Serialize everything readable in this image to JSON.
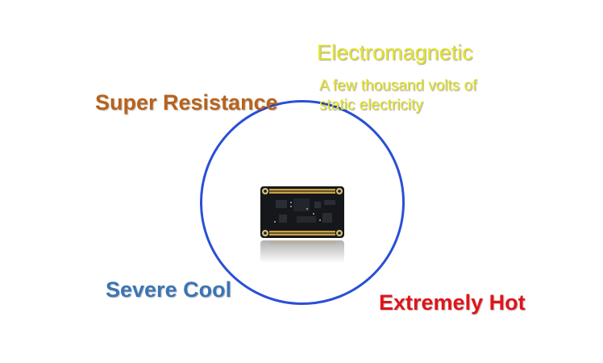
{
  "labels": {
    "super_resistance": "Super Resistance",
    "electromagnetic": "Electromagnetic",
    "static_note": "A few thousand volts of static electricity",
    "severe_cool": "Severe Cool",
    "extremely_hot": "Extremely Hot"
  },
  "colors": {
    "ring": "#2a4fd6",
    "super_resistance": "#b8621c",
    "electromagnetic": "#e4e42a",
    "severe_cool": "#3b74b4",
    "extremely_hot": "#e0141a",
    "board": "#15171b",
    "connector": "#c9a24a"
  },
  "icons": {
    "center_image": "circuit-board-icon"
  }
}
